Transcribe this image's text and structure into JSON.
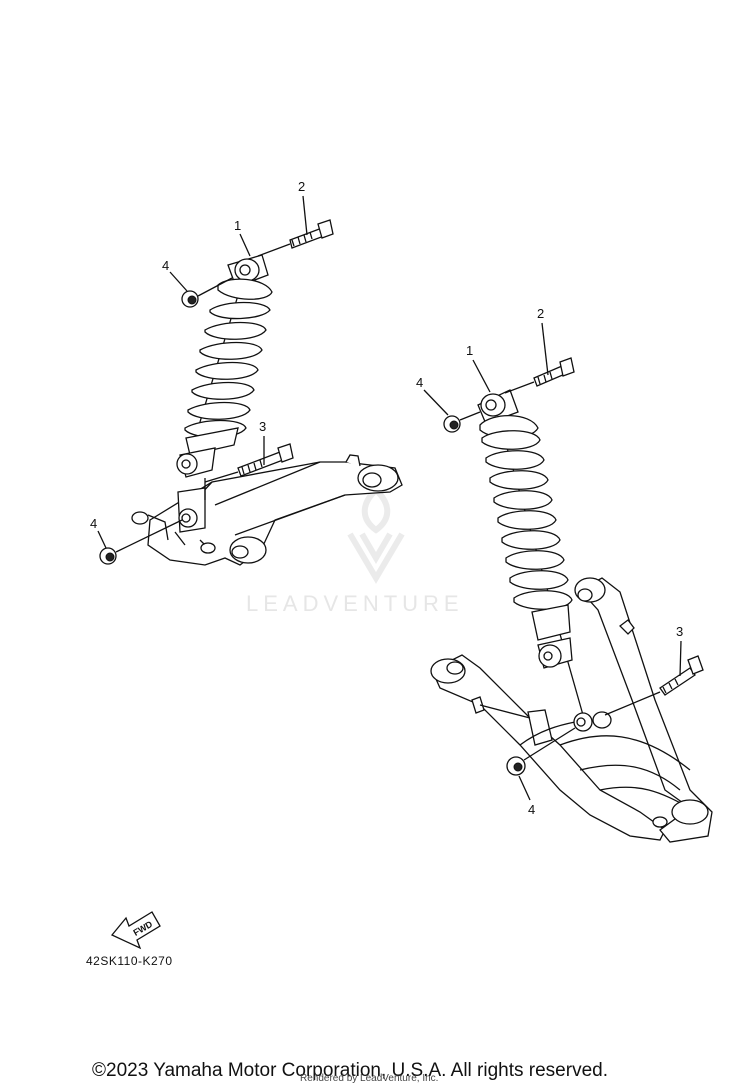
{
  "callouts": {
    "left_assembly": {
      "shock_absorber": "1",
      "upper_bolt": "2",
      "lower_bolt": "3",
      "upper_nut": "4",
      "lower_nut": "4"
    },
    "right_assembly": {
      "shock_absorber": "1",
      "upper_bolt": "2",
      "lower_bolt": "3",
      "upper_nut": "4",
      "lower_nut": "4"
    }
  },
  "fwd_label": "FWD",
  "diagram_code": "42SK110-K270",
  "watermark": "LEADVENTURE",
  "copyright": "©2023 Yamaha Motor Corporation, U.S.A. All rights reserved.",
  "rendered_by": "Rendered by LeadVenture, Inc."
}
